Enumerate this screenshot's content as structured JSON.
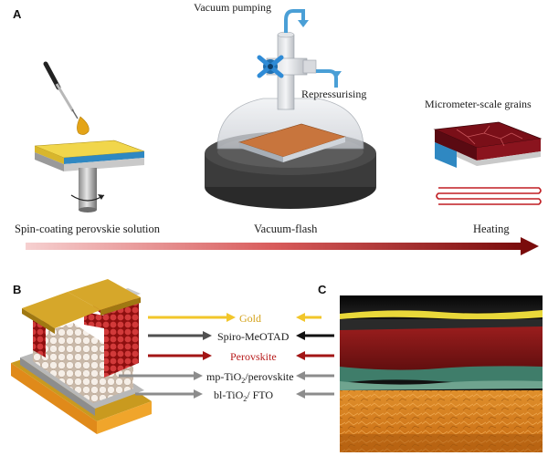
{
  "panel_a": {
    "letter": "A",
    "steps": [
      {
        "label": "Spin-coating perovskie solution"
      },
      {
        "label": "Vacuum-flash"
      },
      {
        "label": "Heating"
      }
    ],
    "vacuum_pumping": "Vacuum pumping",
    "repressurising": "Repressurising",
    "grains_label": "Micrometer-scale grains"
  },
  "panel_b": {
    "letter": "B",
    "layers": {
      "gold": "Gold",
      "spiro": "Spiro-MeOTAD",
      "perovskite": "Perovskite",
      "mp_prefix": "mp-TiO",
      "mp_sub": "2",
      "mp_suffix": "/perovskite",
      "bl_prefix": "bl-TiO",
      "bl_sub": "2",
      "bl_suffix": "/ FTO"
    }
  },
  "panel_c": {
    "letter": "C"
  },
  "colors": {
    "gold_text": "#d4a21a",
    "perovskite_text": "#b81c1c",
    "gold_arrow": "#f2c62a",
    "dark_arrow": "#505050",
    "red_arrow": "#a31515",
    "grey_arrow": "#8c8c8c",
    "gradient_start": "#f4c7c7",
    "gradient_end": "#7a0c0c",
    "blue_arrow": "#4a9fd6"
  },
  "icons": [
    "dropper-icon",
    "rotation-arrow-icon",
    "valve-icon",
    "heating-coil-icon"
  ]
}
